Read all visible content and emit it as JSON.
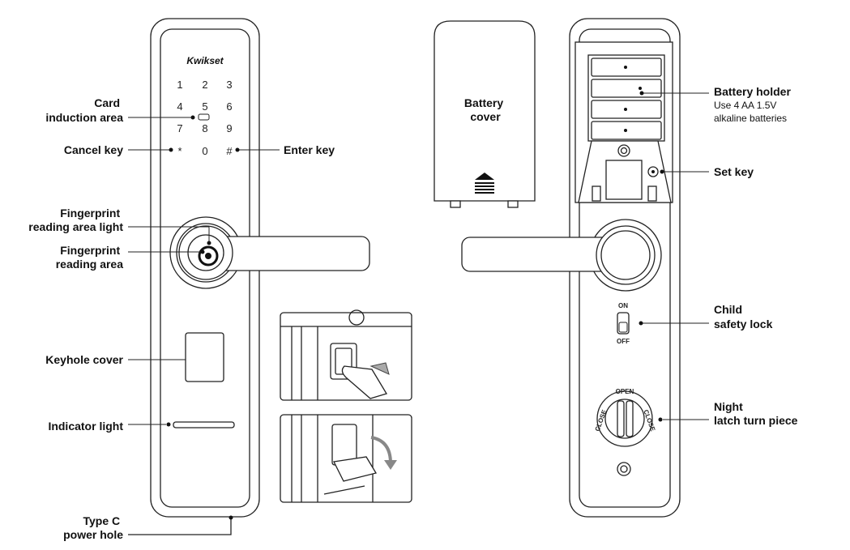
{
  "brand": "Kwikset",
  "keypad": [
    "1",
    "2",
    "3",
    "4",
    "5",
    "6",
    "7",
    "8",
    "9",
    "*",
    "0",
    "#"
  ],
  "labels": {
    "card_induction": [
      "Card",
      "induction area"
    ],
    "cancel_key": "Cancel key",
    "enter_key": "Enter key",
    "fingerprint_light": [
      "Fingerprint",
      "reading area light"
    ],
    "fingerprint_area": [
      "Fingerprint",
      "reading area"
    ],
    "keyhole_cover": "Keyhole cover",
    "indicator_light": "Indicator light",
    "type_c": [
      "Type C",
      "power hole"
    ],
    "battery_cover": [
      "Battery",
      "cover"
    ],
    "battery_holder": "Battery holder",
    "battery_note": [
      "Use 4 AA 1.5V",
      "alkaline batteries"
    ],
    "set_key": "Set key",
    "child_lock": [
      "Child",
      "safety lock"
    ],
    "night_latch": [
      "Night",
      "latch turn piece"
    ]
  },
  "switch": {
    "on": "ON",
    "off": "OFF"
  },
  "dial": {
    "open": "OPEN",
    "close_left": "CLOSE",
    "close_right": "CLOSE"
  }
}
